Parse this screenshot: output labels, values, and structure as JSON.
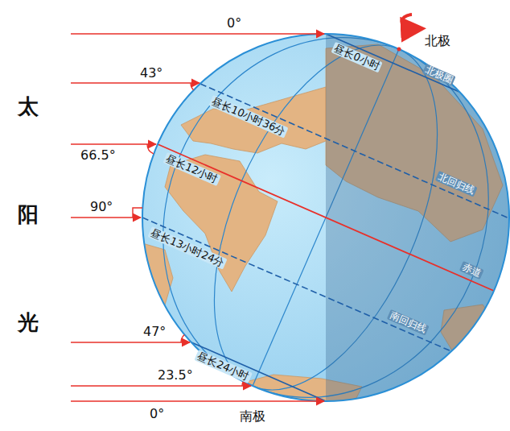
{
  "diagram": {
    "labels": [
      "太",
      "阳",
      "光",
      "0°",
      "43°",
      "66.5°",
      "90°",
      "47°",
      "23.5°",
      "0°",
      "北极",
      "南极",
      "昼长0小时",
      "昼长10小时36分",
      "昼长12小时",
      "昼长13小时24分",
      "昼长24小时",
      "北极圈",
      "北回归线",
      "赤道",
      "南回归线"
    ]
  }
}
